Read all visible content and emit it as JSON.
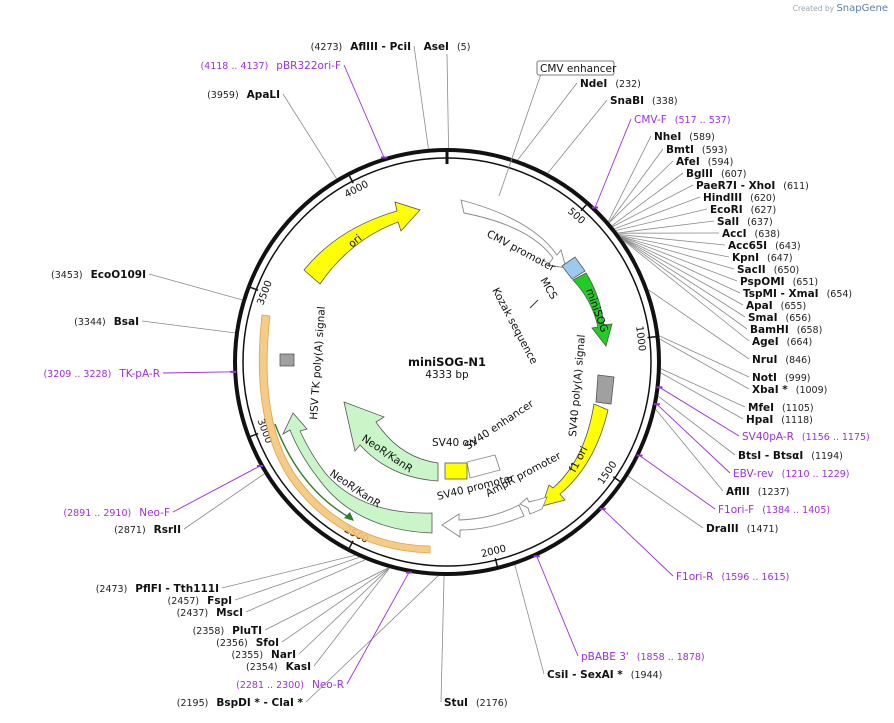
{
  "credit": {
    "prefix": "Created by",
    "brand": "SnapGene"
  },
  "plasmid": {
    "name": "miniSOG-N1",
    "length_label": "4333 bp",
    "length": 4333
  },
  "ticks": [
    {
      "label": "500",
      "bp": 500
    },
    {
      "label": "1000",
      "bp": 1000
    },
    {
      "label": "1500",
      "bp": 1500
    },
    {
      "label": "2000",
      "bp": 2000
    },
    {
      "label": "2500",
      "bp": 2500
    },
    {
      "label": "3000",
      "bp": 3000
    },
    {
      "label": "3500",
      "bp": 3500
    },
    {
      "label": "4000",
      "bp": 4000
    }
  ],
  "enzymes": [
    {
      "name": "AseI",
      "pos": "(5)",
      "bp": 5
    },
    {
      "name": "NdeI",
      "pos": "(232)",
      "bp": 232
    },
    {
      "name": "SnaBI",
      "pos": "(338)",
      "bp": 338
    },
    {
      "name": "NheI",
      "pos": "(589)",
      "bp": 589
    },
    {
      "name": "BmtI",
      "pos": "(593)",
      "bp": 593
    },
    {
      "name": "AfeI",
      "pos": "(594)",
      "bp": 594
    },
    {
      "name": "BglII",
      "pos": "(607)",
      "bp": 607
    },
    {
      "name": "PaeR7I  - XhoI",
      "pos": "(611)",
      "bp": 611
    },
    {
      "name": "HindIII",
      "pos": "(620)",
      "bp": 620
    },
    {
      "name": "EcoRI",
      "pos": "(627)",
      "bp": 627
    },
    {
      "name": "SalI",
      "pos": "(637)",
      "bp": 637
    },
    {
      "name": "AccI",
      "pos": "(638)",
      "bp": 638
    },
    {
      "name": "Acc65I",
      "pos": "(643)",
      "bp": 643
    },
    {
      "name": "KpnI",
      "pos": "(647)",
      "bp": 647
    },
    {
      "name": "SacII",
      "pos": "(650)",
      "bp": 650
    },
    {
      "name": "PspOMI",
      "pos": "(651)",
      "bp": 651
    },
    {
      "name": "TspMI  - XmaI",
      "pos": "(654)",
      "bp": 654
    },
    {
      "name": "ApaI",
      "pos": "(655)",
      "bp": 655
    },
    {
      "name": "SmaI",
      "pos": "(656)",
      "bp": 656
    },
    {
      "name": "BamHI",
      "pos": "(658)",
      "bp": 658
    },
    {
      "name": "AgeI",
      "pos": "(664)",
      "bp": 664
    },
    {
      "name": "NruI",
      "pos": "(846)",
      "bp": 846
    },
    {
      "name": "NotI",
      "pos": "(999)",
      "bp": 999
    },
    {
      "name": "XbaI *",
      "pos": "(1009)",
      "bp": 1009
    },
    {
      "name": "MfeI",
      "pos": "(1105)",
      "bp": 1105
    },
    {
      "name": "HpaI",
      "pos": "(1118)",
      "bp": 1118
    },
    {
      "name": "BtsI  - BtsαI",
      "pos": "(1194)",
      "bp": 1194
    },
    {
      "name": "AflII",
      "pos": "(1237)",
      "bp": 1237
    },
    {
      "name": "DraIII",
      "pos": "(1471)",
      "bp": 1471
    },
    {
      "name": "CsiI  - SexAI *",
      "pos": "(1944)",
      "bp": 1944
    },
    {
      "name": "StuI",
      "pos": "(2176)",
      "bp": 2176
    },
    {
      "name": "BspDI *  - ClaI *",
      "pos": "(2195)",
      "bp": 2195
    },
    {
      "name": "KasI",
      "pos": "(2354)",
      "bp": 2354
    },
    {
      "name": "NarI",
      "pos": "(2355)",
      "bp": 2355
    },
    {
      "name": "SfoI",
      "pos": "(2356)",
      "bp": 2356
    },
    {
      "name": "PluTI",
      "pos": "(2358)",
      "bp": 2358
    },
    {
      "name": "MscI",
      "pos": "(2437)",
      "bp": 2437
    },
    {
      "name": "FspI",
      "pos": "(2457)",
      "bp": 2457
    },
    {
      "name": "PflFI  - Tth111I",
      "pos": "(2473)",
      "bp": 2473
    },
    {
      "name": "RsrII",
      "pos": "(2871)",
      "bp": 2871
    },
    {
      "name": "BsaI",
      "pos": "(3344)",
      "bp": 3344
    },
    {
      "name": "EcoO109I",
      "pos": "(3453)",
      "bp": 3453
    },
    {
      "name": "ApaLI",
      "pos": "(3959)",
      "bp": 3959
    },
    {
      "name": "AflIII  - PciI",
      "pos": "(4273)",
      "bp": 4273
    }
  ],
  "primers": [
    {
      "name": "CMV-F",
      "pos": "(517 .. 537)",
      "bp": 527
    },
    {
      "name": "SV40pA-R",
      "pos": "(1156 .. 1175)",
      "bp": 1165
    },
    {
      "name": "EBV-rev",
      "pos": "(1210 .. 1229)",
      "bp": 1220
    },
    {
      "name": "F1ori-F",
      "pos": "(1384 .. 1405)",
      "bp": 1395
    },
    {
      "name": "F1ori-R",
      "pos": "(1596 .. 1615)",
      "bp": 1605
    },
    {
      "name": "pBABE 3'",
      "pos": "(1858 .. 1878)",
      "bp": 1868
    },
    {
      "name": "Neo-R",
      "pos": "(2281 .. 2300)",
      "bp": 2290
    },
    {
      "name": "Neo-F",
      "pos": "(2891 .. 2910)",
      "bp": 2900
    },
    {
      "name": "TK-pA-R",
      "pos": "(3209 .. 3228)",
      "bp": 3218
    },
    {
      "name": "pBR322ori-F",
      "pos": "(4118 .. 4137)",
      "bp": 4127
    }
  ],
  "features": {
    "cmv_enhancer": "CMV enhancer",
    "cmv_promoter": "CMV promoter",
    "mcs": "MCS",
    "kozak": "Kozak sequence",
    "minisog": "miniSOG",
    "sv40_polya": "SV40 poly(A) signal",
    "f1_ori": "f1 ori",
    "ampr_promoter": "AmpR promoter",
    "sv40_promoter": "SV40 promoter",
    "sv40_ori": "SV40 ori",
    "sv40_enhancer": "SV40 enhancer",
    "neokanr_inner": "NeoR/KanR",
    "neokanr_outer": "NeoR/KanR",
    "hsv_tk_polya": "HSV TK poly(A) signal",
    "ori": "ori"
  },
  "colors": {
    "backbone": "#111111",
    "minisog": "#22cc22",
    "f1_ori": "#ffff00",
    "ori": "#ffff00",
    "mcs": "#9cc9ee",
    "neokanr": "#c9f5c9",
    "primer": "#9b30d9",
    "orf_highlight": "#f5c678",
    "gray_feature": "#a0a0a0"
  }
}
